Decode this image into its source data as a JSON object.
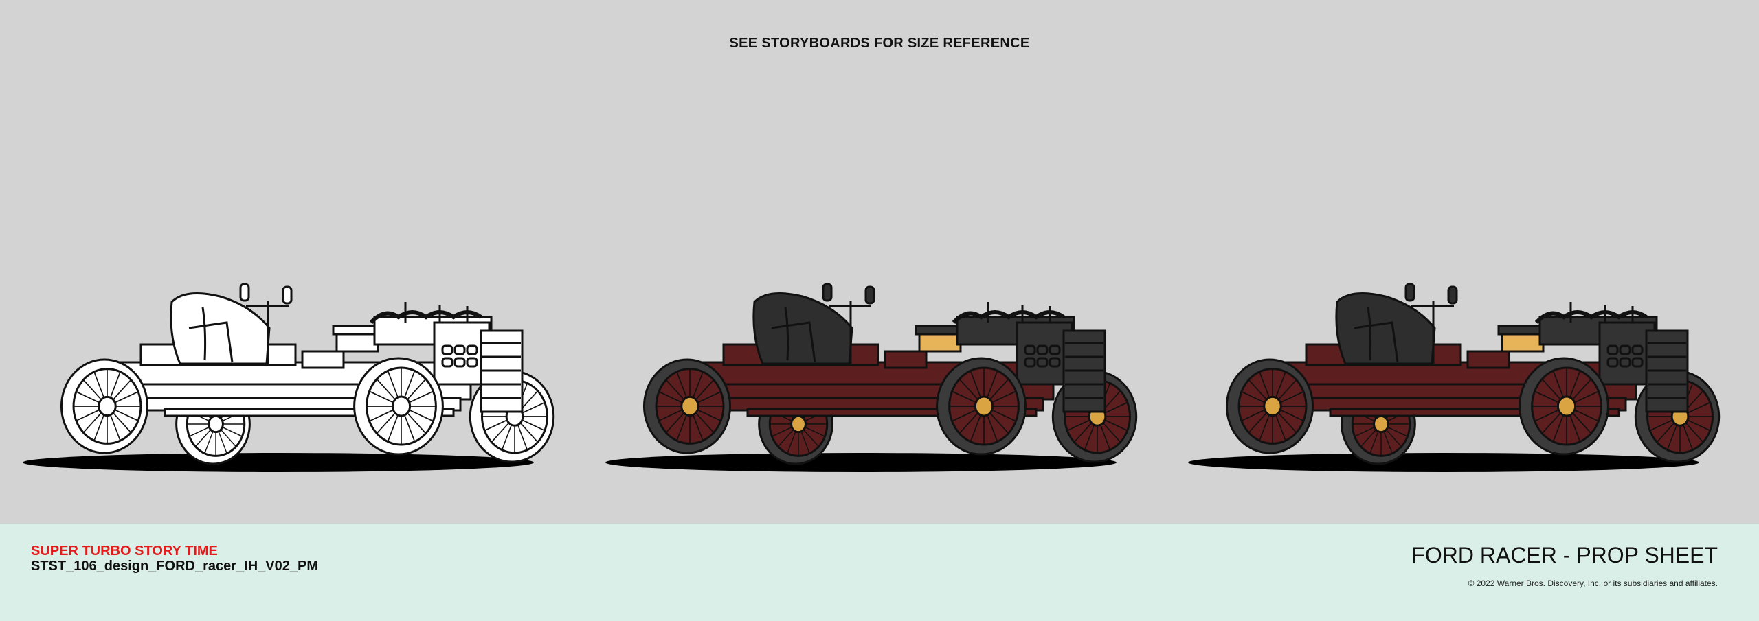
{
  "header": {
    "note": "SEE STORYBOARDS FOR SIZE REFERENCE"
  },
  "footer": {
    "show_title": "SUPER TURBO STORY TIME",
    "file_name": "STST_106_design_FORD_racer_IH_V02_PM",
    "sheet_title": "FORD RACER - PROP SHEET",
    "copyright": "© 2022 Warner Bros. Discovery, Inc. or its subsidiaries and affiliates."
  },
  "variants": [
    {
      "label": "line-art",
      "body": "#ffffff",
      "seat": "#ffffff",
      "engine": "#ffffff",
      "tire": "#ffffff",
      "rim": "#ffffff",
      "hub": "#ffffff",
      "block": "#ffffff"
    },
    {
      "label": "color",
      "body": "#5c1e1e",
      "seat": "#2e2e2e",
      "engine": "#333333",
      "tire": "#3b3b3b",
      "rim": "#5c1e1e",
      "hub": "#d9a441",
      "block": "#e8b45a"
    },
    {
      "label": "color-alt",
      "body": "#5c1e1e",
      "seat": "#2e2e2e",
      "engine": "#333333",
      "tire": "#3b3b3b",
      "rim": "#5c1e1e",
      "hub": "#d9a441",
      "block": "#e8b45a"
    }
  ]
}
